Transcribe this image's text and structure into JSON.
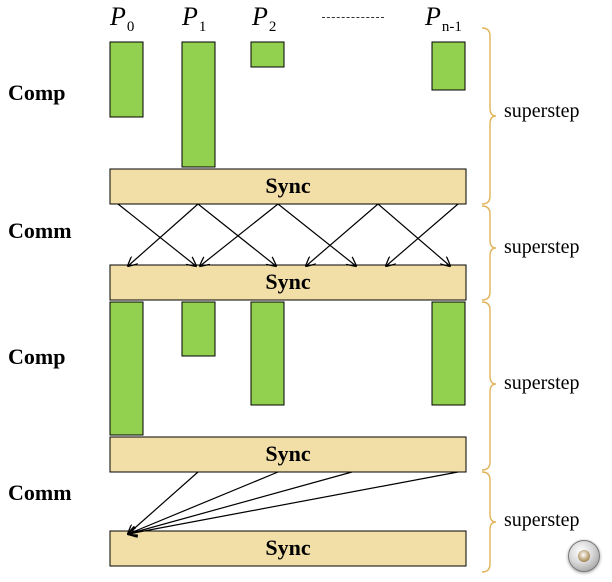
{
  "processors": [
    {
      "base": "P",
      "sub": "0"
    },
    {
      "base": "P",
      "sub": "1"
    },
    {
      "base": "P",
      "sub": "2"
    },
    {
      "base": "P",
      "sub": "n-1"
    }
  ],
  "phases": {
    "comp1": "Comp",
    "comm1": "Comm",
    "comp2": "Comp",
    "comm2": "Comm"
  },
  "sync_label": "Sync",
  "superstep_label": "superstep",
  "colors": {
    "compute_bar": "#92d050",
    "sync_bar": "#f2dfa7",
    "brace": "#e0b45a",
    "arrow": "#000000"
  },
  "icons": {
    "nav": "slide-nav-button-icon"
  }
}
